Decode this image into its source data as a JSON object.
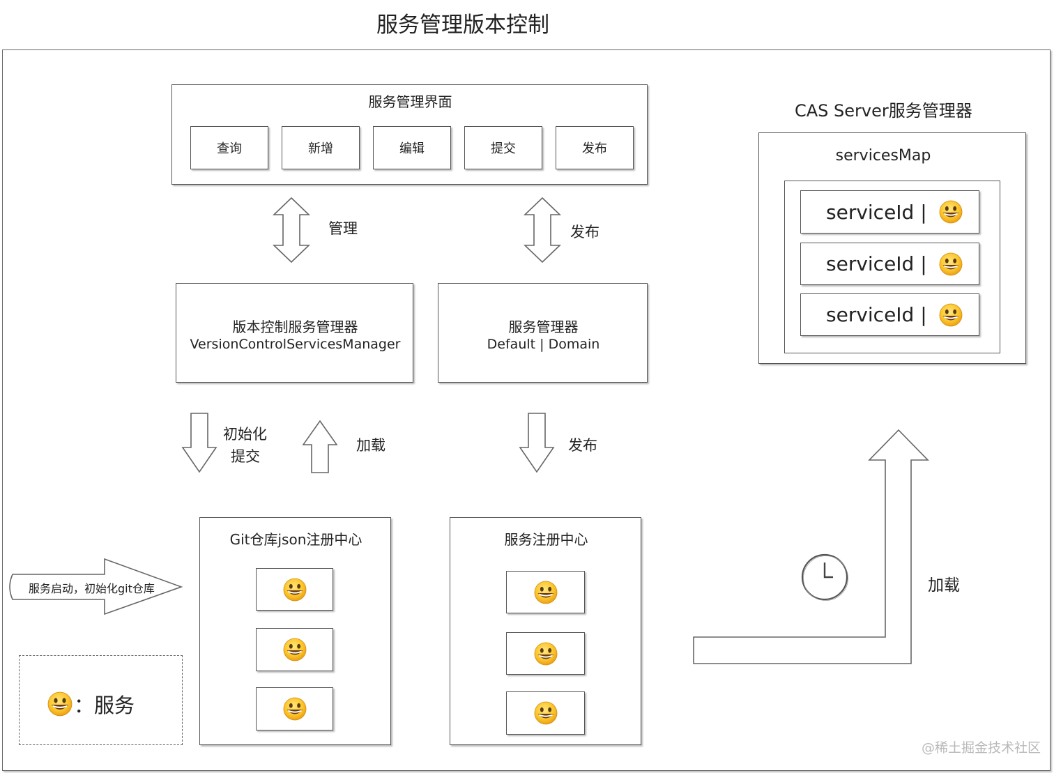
{
  "title": "服务管理版本控制",
  "ui_panel": {
    "title": "服务管理界面",
    "buttons": [
      "查询",
      "新增",
      "编辑",
      "提交",
      "发布"
    ]
  },
  "arrows": {
    "manage": "管理",
    "publish_top": "发布",
    "init_line1": "初始化",
    "init_line2": "提交",
    "load_left": "加载",
    "publish_mid": "发布",
    "load_right": "加载",
    "startup": "服务启动，初始化git仓库"
  },
  "vc_manager": {
    "line1": "版本控制服务管理器",
    "line2": "VersionControlServicesManager"
  },
  "svc_manager": {
    "line1": "服务管理器",
    "line2": "Default | Domain"
  },
  "git_registry": {
    "title": "Git仓库json注册中心"
  },
  "svc_registry": {
    "title": "服务注册中心"
  },
  "cas": {
    "title": "CAS Server服务管理器",
    "map_title": "servicesMap",
    "entries": [
      "serviceId | ",
      "serviceId | ",
      "serviceId | "
    ]
  },
  "legend": {
    "text": "：服务"
  },
  "watermark": "@稀土掘金技术社区",
  "icons": {
    "service": "grinning-face-icon",
    "timer": "clock-icon"
  }
}
